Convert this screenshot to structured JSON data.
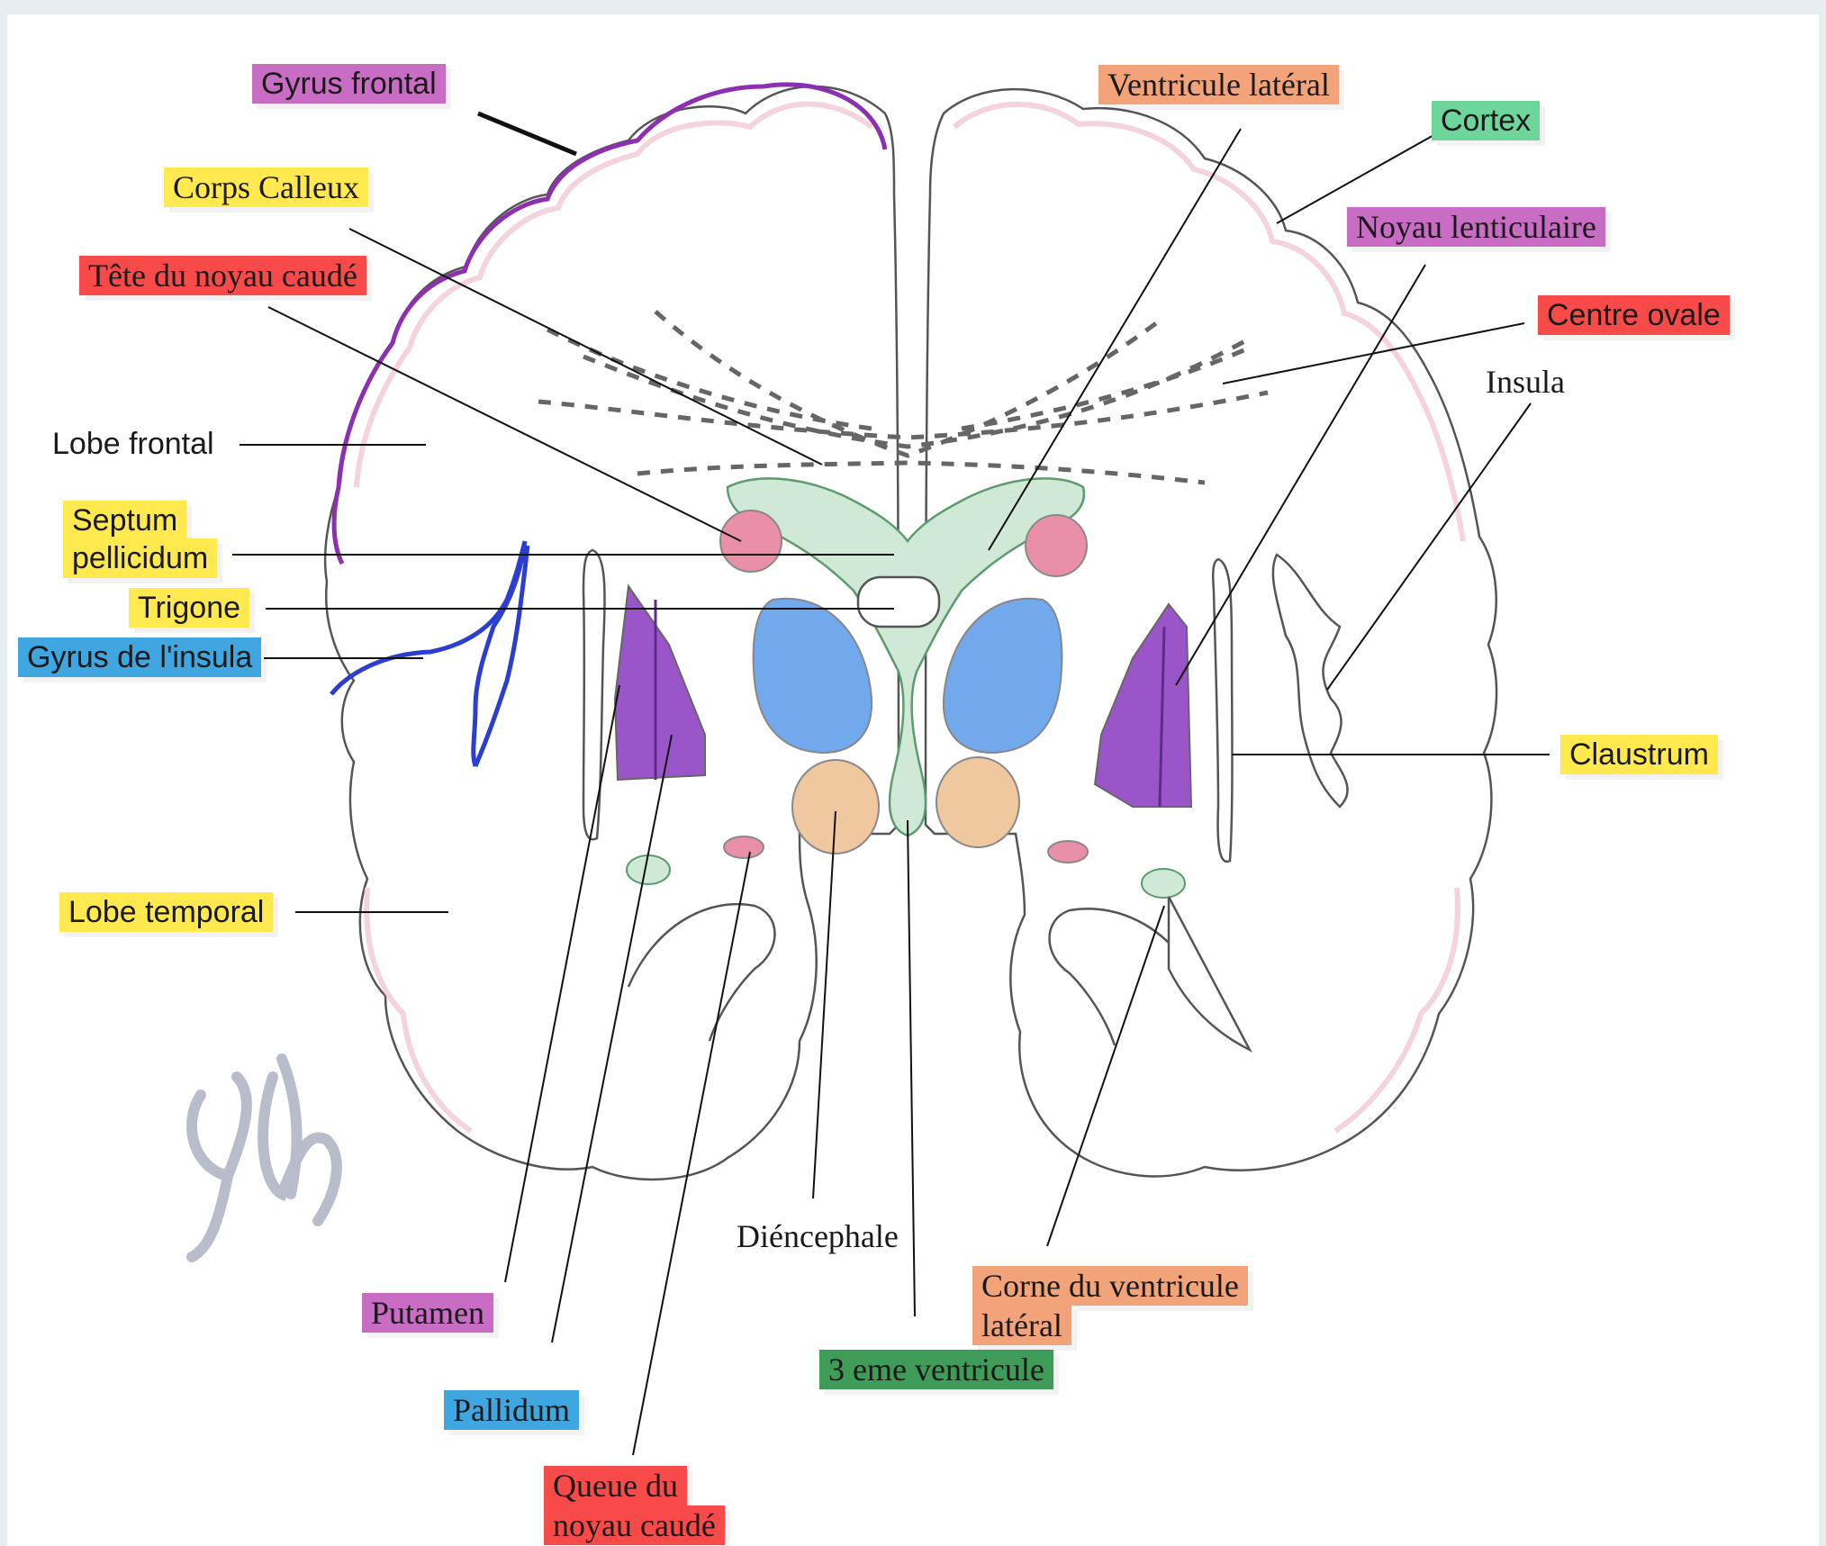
{
  "colors": {
    "magenta": "#c96cc4",
    "yellow": "#ffe94f",
    "red": "#f94a4a",
    "blue": "#3fa6e0",
    "orange": "#f3a37a",
    "green_light": "#6ed69a",
    "green_dark": "#3f9b58",
    "purple_body": "#9a55c9",
    "caudate_pink": "#e990a8",
    "putamen_blue": "#72a8ec",
    "thalamus_tan": "#efc89f",
    "ventricle_green": "#cfe9d6",
    "cortex_pink": "#f3c8d4",
    "insula_outline": "#2c3ed0",
    "frontal_outline": "#8c2fb0"
  },
  "labels": {
    "gyrus_frontal": "Gyrus frontal",
    "corps_calleux": "Corps Calleux",
    "tete_noyau_caude": "Tête du noyau caudé",
    "lobe_frontal": "Lobe frontal",
    "septum_line1": "Septum",
    "septum_line2": "pellicidum",
    "trigone": "Trigone",
    "gyrus_insula": "Gyrus de l'insula",
    "lobe_temporal": "Lobe temporal",
    "putamen": "Putamen",
    "pallidum": "Pallidum",
    "queue_line1": "Queue du",
    "queue_line2": "noyau caudé",
    "diencephale": "Diéncephale",
    "troisieme_ventricule": "3 eme ventricule",
    "corne_line1": "Corne du ventricule",
    "corne_line2": "latéral",
    "ventricule_lateral": "Ventricule latéral",
    "cortex": "Cortex",
    "noyau_lenticulaire": "Noyau lenticulaire",
    "centre_ovale": "Centre ovale",
    "insula": "Insula",
    "claustrum": "Claustrum"
  },
  "watermark": "yh"
}
